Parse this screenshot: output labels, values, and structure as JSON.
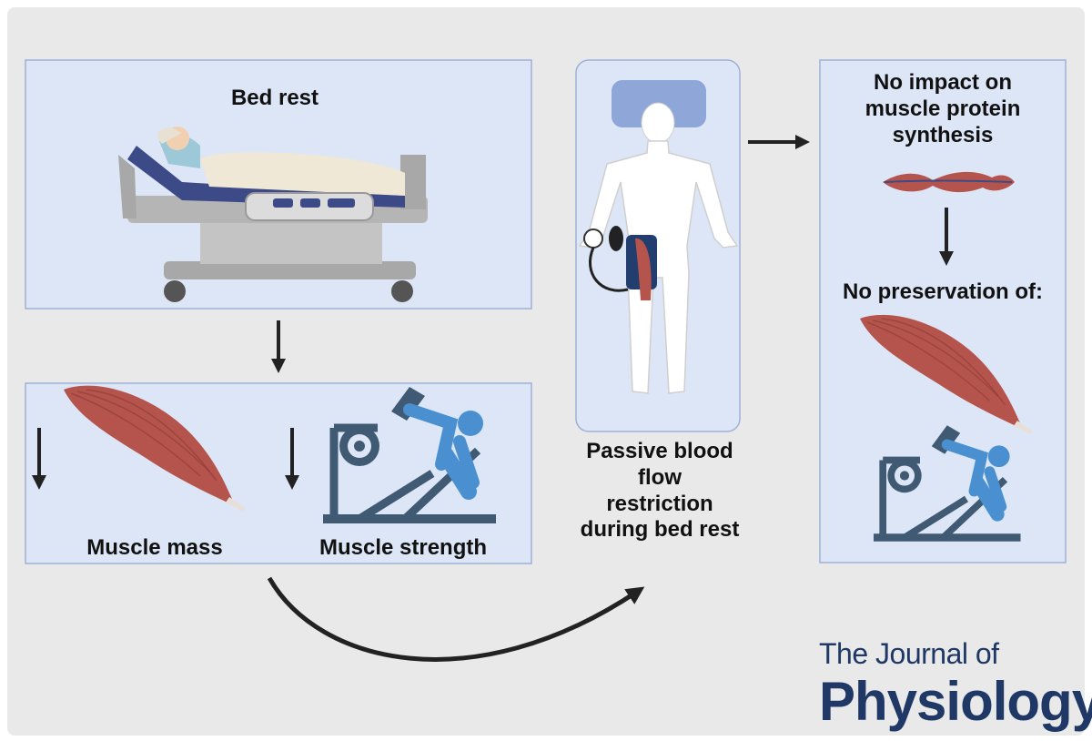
{
  "bed_rest": {
    "title": "Bed rest"
  },
  "effects": {
    "mass_label": "Muscle mass",
    "strength_label": "Muscle strength"
  },
  "intervention": {
    "lines": [
      "Passive blood",
      "flow",
      "restriction",
      "during bed rest"
    ]
  },
  "outcome": {
    "title_lines": [
      "No impact on",
      "muscle protein",
      "synthesis"
    ],
    "preservation": "No preservation of:"
  },
  "journal": {
    "line1": "The Journal of",
    "line2": "Physiology"
  },
  "colors": {
    "background": "#e9e9e9",
    "panel_fill": "#dde6f6",
    "panel_border": "#9db0d6",
    "arrow": "#222222",
    "muscle": "#b5544c",
    "equipment": "#3f5a72",
    "person": "#4a90d0",
    "journal": "#1f3866"
  },
  "icons": [
    "hospital-bed-icon",
    "muscle-icon",
    "leg-press-icon",
    "body-outline-icon",
    "blood-pressure-cuff-icon",
    "muscle-fiber-icon",
    "down-arrow-icon",
    "right-arrow-icon",
    "curved-arrow-icon"
  ]
}
